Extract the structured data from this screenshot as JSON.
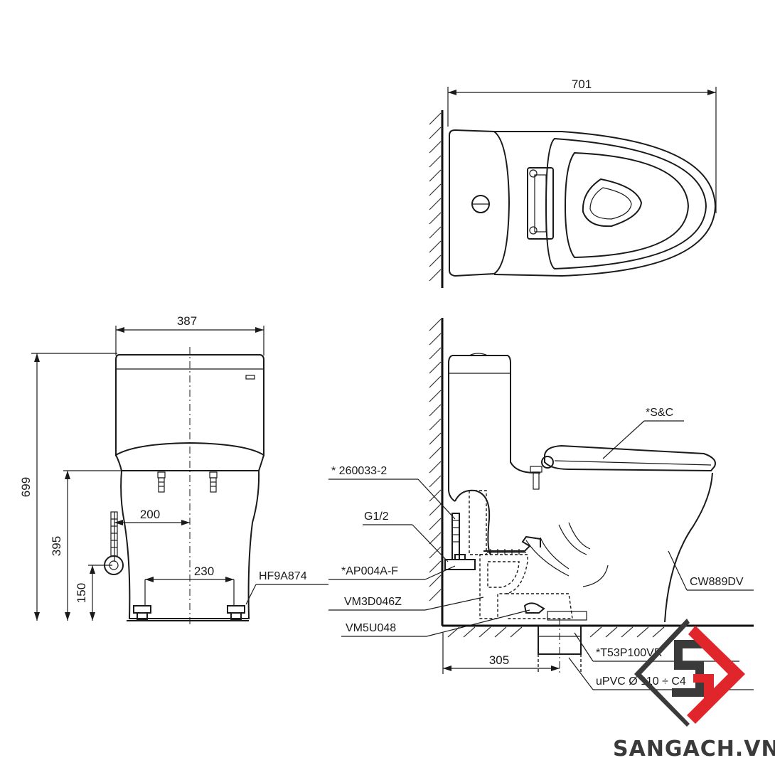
{
  "dimensions": {
    "top_width": "701",
    "front_width": "387",
    "total_height": "699",
    "inlet_height": "395",
    "bolt_offset": "200",
    "bolt_spacing": "230",
    "drain_height": "150",
    "rough_in": "305"
  },
  "parts": {
    "seat_cover": "*S&C",
    "inlet_hose": "* 260033-2",
    "thread": "G1/2",
    "angle_valve": "*AP004A-F",
    "valve_part": "VM3D046Z",
    "flange_part": "VM5U048",
    "fixing_bolt": "HF9A874",
    "body": "CW889DV",
    "drain_part": "*T53P100VR",
    "pipe": "uPVC  Ø 110 ÷ C4"
  },
  "watermark": {
    "text": "SANGACH.VN",
    "colors": {
      "red": "#e0252b",
      "dark": "#3a3a3a"
    }
  }
}
